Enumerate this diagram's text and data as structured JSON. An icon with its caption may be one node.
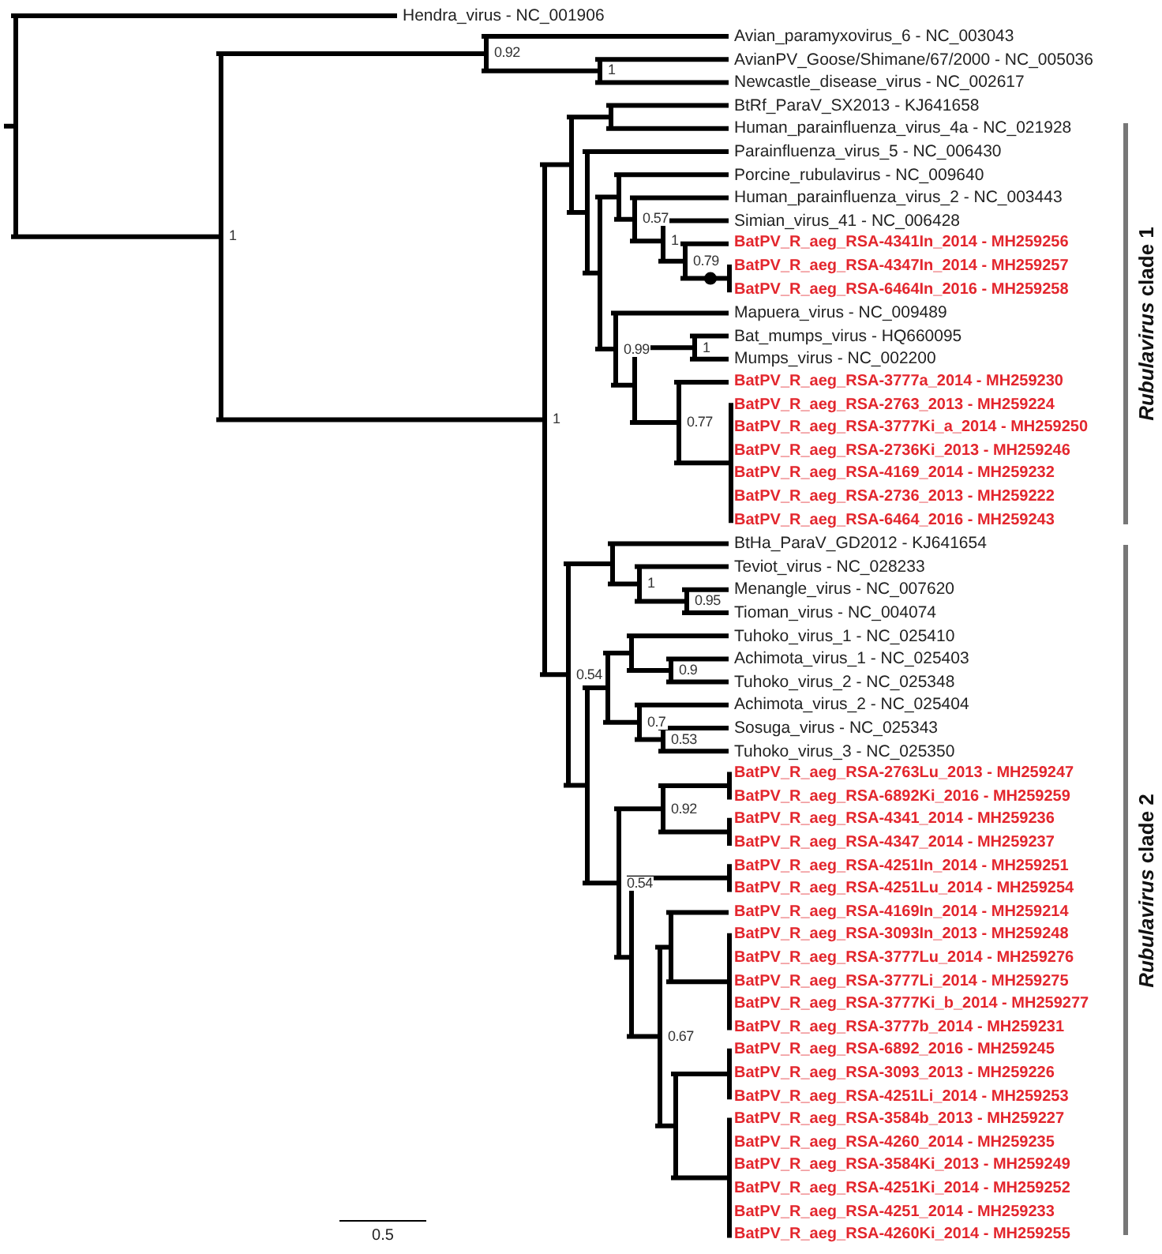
{
  "diagram": {
    "labels": [
      "Hendra_virus - NC_001906",
      "Avian_paramyxovirus_6 - NC_003043",
      "AvianPV_Goose/Shimane/67/2000 - NC_005036",
      "Newcastle_disease_virus - NC_002617",
      "BtRf_ParaV_SX2013 - KJ641658",
      "Human_parainfluenza_virus_4a - NC_021928",
      "Parainfluenza_virus_5 - NC_006430",
      "Porcine_rubulavirus - NC_009640",
      "Human_parainfluenza_virus_2 - NC_003443",
      "Simian_virus_41 - NC_006428",
      "BatPV_R_aeg_RSA-4341In_2014 - MH259256",
      "BatPV_R_aeg_RSA-4347In_2014 - MH259257",
      "BatPV_R_aeg_RSA-6464In_2016 - MH259258",
      "Mapuera_virus - NC_009489",
      "Bat_mumps_virus - HQ660095",
      "Mumps_virus - NC_002200",
      "BatPV_R_aeg_RSA-3777a_2014 - MH259230",
      "BatPV_R_aeg_RSA-2763_2013 - MH259224",
      "BatPV_R_aeg_RSA-3777Ki_a_2014 - MH259250",
      "BatPV_R_aeg_RSA-2736Ki_2013 - MH259246",
      "BatPV_R_aeg_RSA-4169_2014 - MH259232",
      "BatPV_R_aeg_RSA-2736_2013 - MH259222",
      "BatPV_R_aeg_RSA-6464_2016 - MH259243",
      "BtHa_ParaV_GD2012 - KJ641654",
      "Teviot_virus - NC_028233",
      "Menangle_virus - NC_007620",
      "Tioman_virus - NC_004074",
      "Tuhoko_virus_1 - NC_025410",
      "Achimota_virus_1 - NC_025403",
      "Tuhoko_virus_2 - NC_025348",
      "Achimota_virus_2 - NC_025404",
      "Sosuga_virus - NC_025343",
      "Tuhoko_virus_3 - NC_025350",
      "BatPV_R_aeg_RSA-2763Lu_2013 - MH259247",
      "BatPV_R_aeg_RSA-6892Ki_2016 - MH259259",
      "BatPV_R_aeg_RSA-4341_2014 - MH259236",
      "BatPV_R_aeg_RSA-4347_2014 - MH259237",
      "BatPV_R_aeg_RSA-4251In_2014 - MH259251",
      "BatPV_R_aeg_RSA-4251Lu_2014 - MH259254",
      "BatPV_R_aeg_RSA-4169In_2014 - MH259214",
      "BatPV_R_aeg_RSA-3093In_2013 - MH259248",
      "BatPV_R_aeg_RSA-3777Lu_2014 - MH259276",
      "BatPV_R_aeg_RSA-3777Li_2014 - MH259275",
      "BatPV_R_aeg_RSA-3777Ki_b_2014 - MH259277",
      "BatPV_R_aeg_RSA-3777b_2014 - MH259231",
      "BatPV_R_aeg_RSA-6892_2016 - MH259245",
      "BatPV_R_aeg_RSA-3093_2013 - MH259226",
      "BatPV_R_aeg_RSA-4251Li_2014 - MH259253",
      "BatPV_R_aeg_RSA-3584b_2013 - MH259227",
      "BatPV_R_aeg_RSA-4260_2014 - MH259235",
      "BatPV_R_aeg_RSA-3584Ki_2013 - MH259249",
      "BatPV_R_aeg_RSA-4251Ki_2014 - MH259252",
      "BatPV_R_aeg_RSA-4251_2014 - MH259233",
      "BatPV_R_aeg_RSA-4260Ki_2014 - MH259255",
      "1",
      "0.92",
      "1",
      "0.57",
      "1",
      "0.79",
      "1",
      "0.99",
      "0.77",
      "1",
      "1",
      "0.95",
      "0.54",
      "0.9",
      "0.7",
      "0.53",
      "0.54",
      "0.92",
      "0.67",
      "*Rubulavirus* clade 1",
      "*Rubulavirus* clade 2",
      "0.5"
    ]
  }
}
